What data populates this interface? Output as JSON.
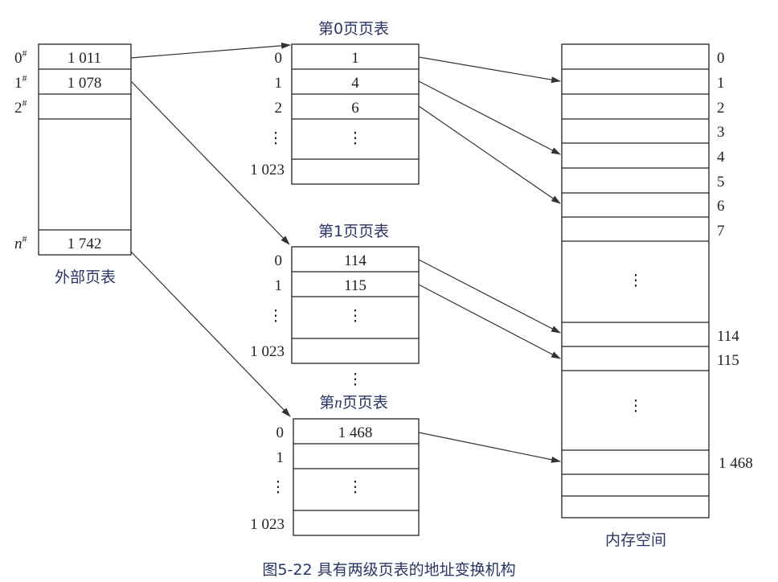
{
  "caption": "图5-22 具有两级页表的地址变换机构",
  "outer_table": {
    "title": "外部页表",
    "rows": [
      {
        "label": "0",
        "value": "1 011"
      },
      {
        "label": "1",
        "value": "1 078"
      },
      {
        "label": "2",
        "value": ""
      },
      {
        "label": "n",
        "value": "1 742"
      }
    ],
    "mark": "#"
  },
  "page_tables": [
    {
      "title": "第0页页表",
      "rows": [
        {
          "index": "0",
          "value": "1"
        },
        {
          "index": "1",
          "value": "4"
        },
        {
          "index": "2",
          "value": "6"
        },
        {
          "index": "⋮",
          "value": "⋮"
        },
        {
          "index": "1 023",
          "value": ""
        }
      ]
    },
    {
      "title": "第1页页表",
      "rows": [
        {
          "index": "0",
          "value": "114"
        },
        {
          "index": "1",
          "value": "115"
        },
        {
          "index": "⋮",
          "value": "⋮"
        },
        {
          "index": "1 023",
          "value": ""
        }
      ]
    },
    {
      "title": "第n页页表",
      "rows": [
        {
          "index": "0",
          "value": "1 468"
        },
        {
          "index": "1",
          "value": ""
        },
        {
          "index": "⋮",
          "value": "⋮"
        },
        {
          "index": "1 023",
          "value": ""
        }
      ]
    }
  ],
  "between_tables_dots": "⋮",
  "memory": {
    "title": "内存空间",
    "frame_labels": [
      "0",
      "1",
      "2",
      "3",
      "4",
      "5",
      "6",
      "7",
      "114",
      "115",
      "1 468"
    ],
    "ellipsis": "⋮"
  }
}
